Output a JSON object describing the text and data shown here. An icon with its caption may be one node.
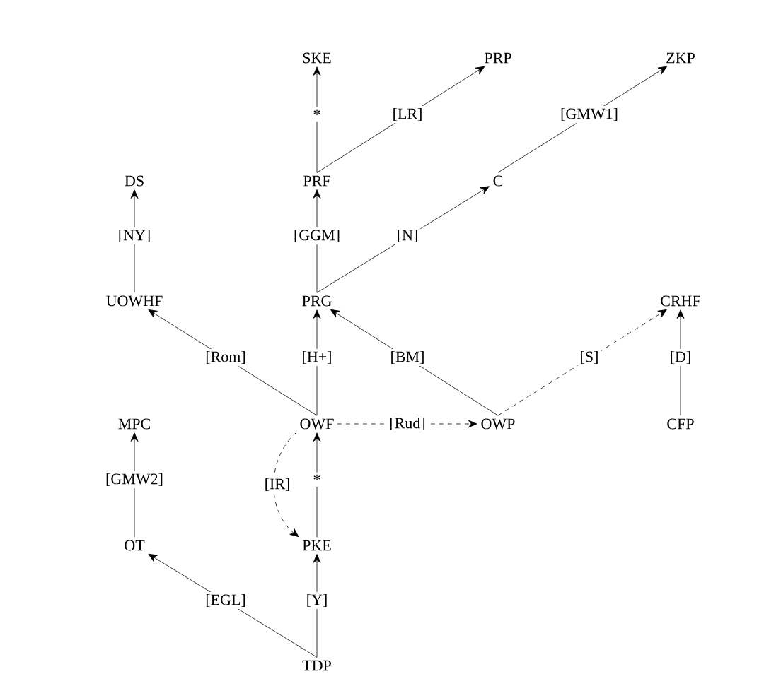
{
  "diagram": {
    "nodes": [
      {
        "text": [
          "SKE"
        ]
      },
      {
        "text": [
          "PRP"
        ]
      },
      {
        "text": [
          "ZKP"
        ]
      },
      {
        "text": [
          "DS"
        ]
      },
      {
        "text": [
          "PRF"
        ]
      },
      {
        "text": [
          "C"
        ]
      },
      {
        "text": [
          "UOWHF"
        ]
      },
      {
        "text": [
          "PRG"
        ]
      },
      {
        "text": [
          "CRHF"
        ]
      },
      {
        "text": [
          "MPC"
        ]
      },
      {
        "text": [
          "OWF"
        ]
      },
      {
        "text": [
          "OWP"
        ]
      },
      {
        "text": [
          "CFP"
        ]
      },
      {
        "text": [
          "OT"
        ]
      },
      {
        "text": [
          "PKE"
        ]
      },
      {
        "text": [
          "TDP"
        ]
      }
    ],
    "edges": [
      {
        "from": 4,
        "to": 0,
        "arrow": "to",
        "label": "*"
      },
      {
        "from": 4,
        "to": 1,
        "arrow": "to",
        "label": "[LR]"
      },
      {
        "from": 5,
        "to": 2,
        "arrow": "to",
        "label": "[GMW1]"
      },
      {
        "from": 6,
        "to": 3,
        "arrow": "to",
        "label": "[NY]"
      },
      {
        "from": 7,
        "to": 4,
        "arrow": "to",
        "label": "[GGM]"
      },
      {
        "from": 7,
        "to": 5,
        "arrow": "to",
        "label": "[N]"
      },
      {
        "from": 10,
        "to": 6,
        "arrow": "to",
        "label": "[Rom]"
      },
      {
        "from": 10,
        "to": 7,
        "arrow": "to",
        "label": "[H+]"
      },
      {
        "from": 11,
        "to": 7,
        "arrow": "to",
        "label": "[BM]"
      },
      {
        "from": 11,
        "to": 8,
        "arrow": "to",
        "label": "[S]",
        "style": "dashed"
      },
      {
        "from": 12,
        "to": 8,
        "arrow": "to",
        "label": "[D]"
      },
      {
        "from": 10,
        "to": 11,
        "arrow": "to",
        "label": "[Rud]",
        "style": "dashed"
      },
      {
        "from": 13,
        "to": 9,
        "arrow": "to",
        "label": "[GMW2]"
      },
      {
        "from": 14,
        "to": 10,
        "arrow": "to",
        "label": "*"
      },
      {
        "from": 10,
        "to": 14,
        "arrow": "to",
        "label": "[IR]",
        "style": "dashed"
      },
      {
        "from": 15,
        "to": 13,
        "arrow": "to",
        "label": "[EGL]"
      },
      {
        "from": 15,
        "to": 14,
        "arrow": "to",
        "label": "[Y]"
      }
    ]
  }
}
